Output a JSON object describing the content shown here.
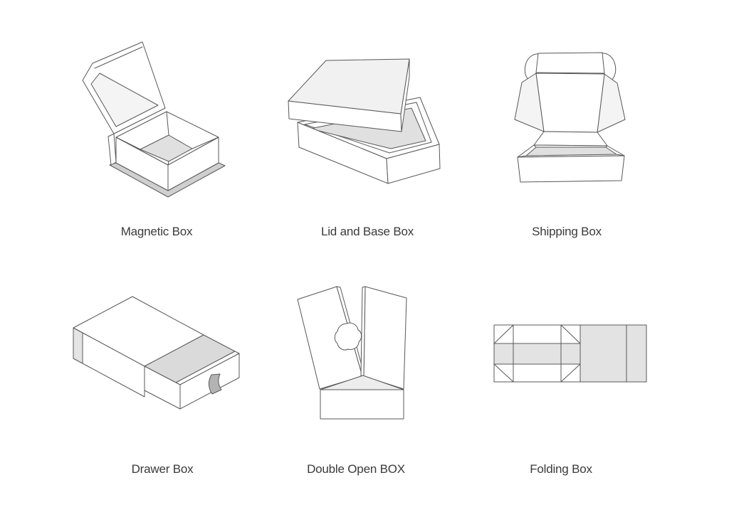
{
  "page": {
    "background": "#ffffff"
  },
  "colors": {
    "line": "#585858",
    "fill_white": "#ffffff",
    "fill_panel_light": "#f4f4f4",
    "fill_lid_top": "#f1f1f1",
    "fill_interior_floor": "#e0e0e0",
    "fill_gray_band": "#e3e3e3",
    "fill_drawer_top": "#dadada",
    "fill_pull_tab": "#b3b3b3",
    "fill_base_flange": "#cfcfcf",
    "label_text": "#3a3a3a"
  },
  "figures": [
    {
      "id": "magnetic-box",
      "label": "Magnetic Box"
    },
    {
      "id": "lid-and-base-box",
      "label": "Lid and Base Box"
    },
    {
      "id": "shipping-box",
      "label": "Shipping Box"
    },
    {
      "id": "drawer-box",
      "label": "Drawer Box"
    },
    {
      "id": "double-open-box",
      "label": "Double Open BOX"
    },
    {
      "id": "folding-box",
      "label": "Folding Box"
    }
  ]
}
